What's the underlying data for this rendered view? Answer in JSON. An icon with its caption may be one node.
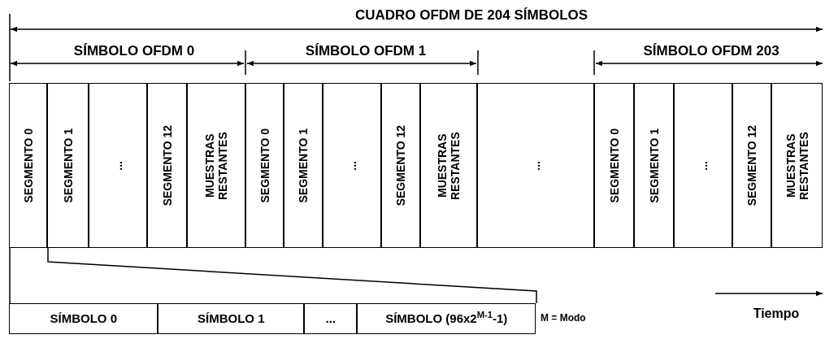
{
  "diagram": {
    "nodes": [
      {
        "text": [
          "SEGMENTO 0"
        ]
      },
      {
        "text": [
          "SEGMENTO 1"
        ]
      },
      {
        "text": [
          "..."
        ]
      },
      {
        "text": [
          "SEGMENTO 12"
        ]
      },
      {
        "text": [
          "MUESTRAS RESTANTES"
        ]
      },
      {
        "text": [
          "SEGMENTO 0"
        ]
      },
      {
        "text": [
          "SEGMENTO 1"
        ]
      },
      {
        "text": [
          "..."
        ]
      },
      {
        "text": [
          "SEGMENTO 12"
        ]
      },
      {
        "text": [
          "MUESTRAS RESTANTES"
        ]
      },
      {
        "text": [
          "..."
        ]
      },
      {
        "text": [
          "SEGMENTO 0"
        ]
      },
      {
        "text": [
          "SEGMENTO 1"
        ]
      },
      {
        "text": [
          "..."
        ]
      },
      {
        "text": [
          "SEGMENTO 12"
        ]
      },
      {
        "text": [
          "MUESTRAS RESTANTES"
        ]
      },
      {
        "text": [
          "SÍMBOLO 0"
        ]
      },
      {
        "text": [
          "SÍMBOLO 1"
        ]
      },
      {
        "text": [
          "..."
        ]
      },
      {
        "text": [
          "SÍMBOLO (96x2$^{M-1}$-1)"
        ],
        "beside": [
          "M = Modo"
        ]
      }
    ],
    "edges": [
      {
        "from": 0,
        "to": 16,
        "arrow": "none"
      },
      {
        "from": 0,
        "to": 19,
        "arrow": "none"
      }
    ],
    "labels": [
      "CUADRO OFDM DE 204 SÍMBOLOS",
      "SÍMBOLO OFDM 0",
      "SÍMBOLO OFDM 1",
      "SÍMBOLO OFDM 203",
      "Tiempo"
    ]
  }
}
